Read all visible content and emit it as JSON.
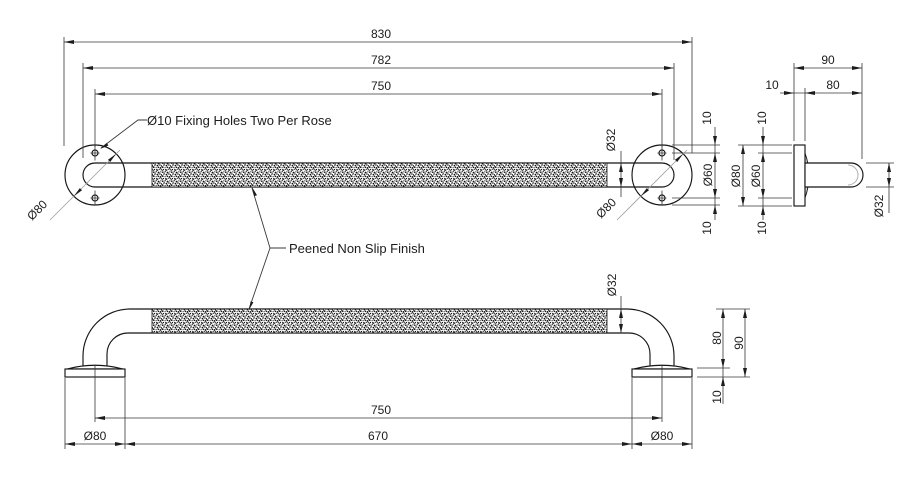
{
  "drawing": {
    "notes": {
      "fixing_holes": "Ø10 Fixing Holes Two Per Rose",
      "finish": "Peened Non Slip Finish"
    },
    "plan_view": {
      "overall_length": "830",
      "tube_length": "782",
      "fixing_centres": "750",
      "tube_diameter": "Ø32",
      "rose_diameter_left": "Ø80",
      "rose_diameter_right": "Ø80",
      "rose_edge_to_hole_top": "10",
      "hole_pitch_circle": "Ø60",
      "rose_edge_to_hole_bottom": "10"
    },
    "side_view": {
      "overall_depth": "90",
      "rose_depth": "10",
      "projection": "80",
      "margin_top": "10",
      "rose_diameter": "Ø80",
      "cover_diameter": "Ø60",
      "margin_bottom": "10",
      "tube_diameter": "Ø32"
    },
    "front_view": {
      "tube_diameter": "Ø32",
      "underside_height": "80",
      "overall_height": "90",
      "rose_thickness": "10",
      "fixing_centres": "750",
      "clear_span": "670",
      "rose_diameter_left": "Ø80",
      "rose_diameter_right": "Ø80"
    }
  }
}
